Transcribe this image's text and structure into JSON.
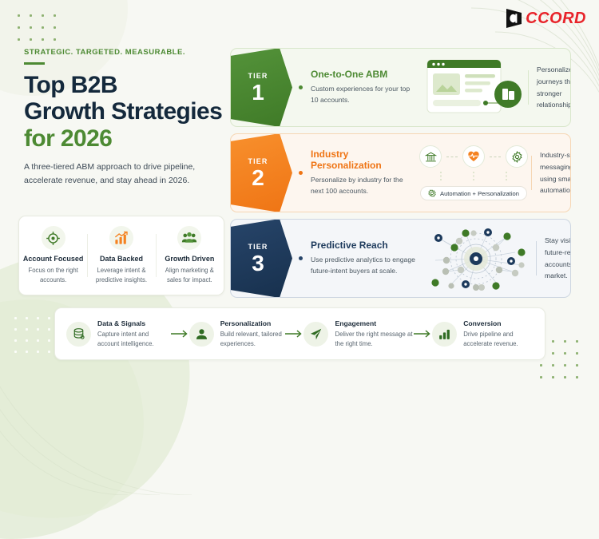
{
  "brand": {
    "logo_mark": "accord-logo-mark",
    "logo_word": "CCORD"
  },
  "hero": {
    "eyebrow": "STRATEGIC. TARGETED. MEASURABLE.",
    "headline_line1": "Top B2B",
    "headline_line2": "Growth Strategies",
    "headline_line3": "for 2026",
    "subcopy": "A three-tiered ABM approach to drive pipeline, accelerate revenue, and stay ahead in 2026."
  },
  "pillars": [
    {
      "icon": "target-icon",
      "title": "Account Focused",
      "desc": "Focus on the right accounts."
    },
    {
      "icon": "bar-chart-up-icon",
      "title": "Data Backed",
      "desc": "Leverage intent & predictive insights."
    },
    {
      "icon": "people-group-icon",
      "title": "Growth Driven",
      "desc": "Align marketing & sales for impact."
    }
  ],
  "tiers": [
    {
      "badge_word": "TIER",
      "badge_num": "1",
      "title": "One-to-One ABM",
      "desc": "Custom experiences for your top 10 accounts.",
      "note": "Personalized journeys that build stronger relationships.",
      "visual": "browser-window-with-building-badge",
      "color": "#4d8a33"
    },
    {
      "badge_word": "TIER",
      "badge_num": "2",
      "title": "Industry Personalization",
      "desc": "Personalize by industry for the next 100 accounts.",
      "note": "Industry-specific messaging at scale using smart automation.",
      "visual": "industry-icon-cluster",
      "color": "#ef7414",
      "cluster_icons": [
        "bank-icon",
        "heart-pulse-icon",
        "gear-icon"
      ],
      "chip_label": "Automation + Personalization",
      "chip_icon": "gear-outline-icon"
    },
    {
      "badge_word": "TIER",
      "badge_num": "3",
      "title": "Predictive Reach",
      "desc": "Use predictive analytics to engage future-intent buyers at scale.",
      "note": "Stay visible with future-ready accounts in your market.",
      "visual": "radar-network-diagram",
      "color": "#1d3a5c"
    }
  ],
  "flow": {
    "steps": [
      {
        "icon": "database-icon",
        "title": "Data & Signals",
        "desc": "Capture intent and account intelligence."
      },
      {
        "icon": "user-icon",
        "title": "Personalization",
        "desc": "Build relevant, tailored experiences."
      },
      {
        "icon": "paper-plane-icon",
        "title": "Engagement",
        "desc": "Deliver the right message at the right time."
      },
      {
        "icon": "bar-chart-icon",
        "title": "Conversion",
        "desc": "Drive pipeline and accelerate revenue."
      }
    ],
    "arrow_icon": "arrow-right-icon"
  },
  "palette": {
    "green": "#4d8a33",
    "orange": "#ef7414",
    "navy": "#1d3a5c",
    "red": "#e8232a",
    "background": "#f7f8f3"
  }
}
